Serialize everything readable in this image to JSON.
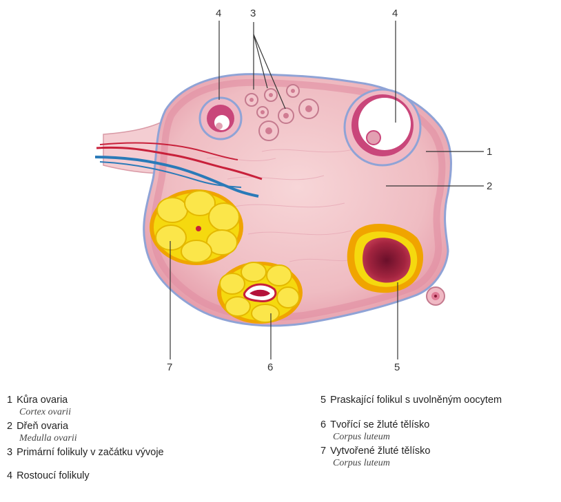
{
  "labels": {
    "n1": "1",
    "n2": "2",
    "n3": "3",
    "n4a": "4",
    "n4b": "4",
    "n5": "5",
    "n6": "6",
    "n7": "7"
  },
  "legend": {
    "left": [
      {
        "num": "1",
        "text": "Kůra ovaria",
        "latin": "Cortex ovarii"
      },
      {
        "num": "2",
        "text": "Dřeň ovaria",
        "latin": "Medulla ovarii"
      },
      {
        "num": "3",
        "text": "Primární folikuly v začátku vývoje",
        "latin": ""
      },
      {
        "num": "4",
        "text": "Rostoucí folikuly",
        "latin": ""
      }
    ],
    "right": [
      {
        "num": "5",
        "text": "Praskající folikul s uvolněným oocytem",
        "latin": ""
      },
      {
        "num": "6",
        "text": "Tvořící se žluté tělísko",
        "latin": "Corpus luteum"
      },
      {
        "num": "7",
        "text": "Vytvořené žluté tělísko",
        "latin": "Corpus luteum"
      }
    ]
  },
  "colors": {
    "tissue": "#f2c4c8",
    "tissue_edge": "#d98aa0",
    "cortex_band": "#e8a6b4",
    "outer_edge": "#8fa3d6",
    "follicle_yellow": "#f5d90f",
    "follicle_orange": "#f0a400",
    "ruptured_dark": "#8a1a36",
    "artery": "#c8203a",
    "vein": "#2a7ab8"
  }
}
